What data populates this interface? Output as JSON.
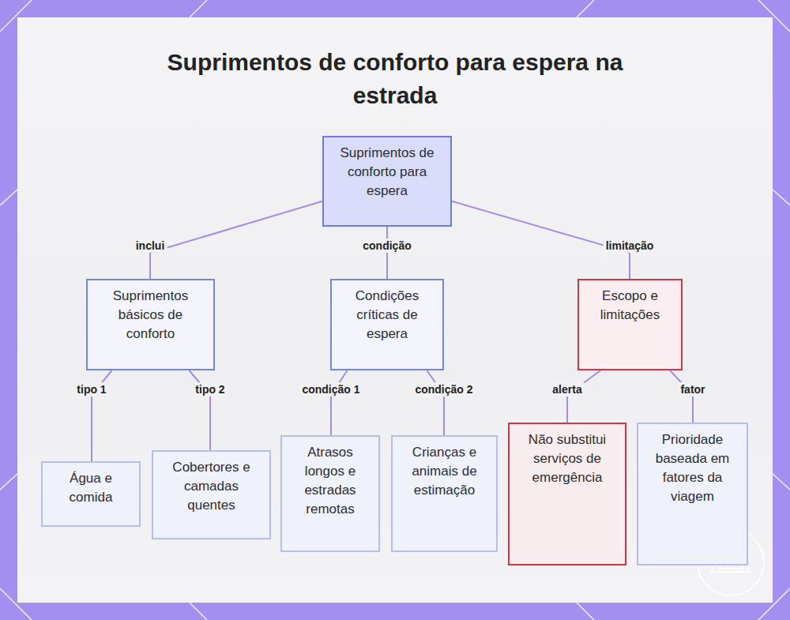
{
  "diagram": {
    "title": "Suprimentos de conforto para espera na estrada",
    "nodes": [
      {
        "text": [
          "Suprimentos de conforto para espera"
        ]
      },
      {
        "text": [
          "Suprimentos básicos de conforto"
        ]
      },
      {
        "text": [
          "Condições críticas de espera"
        ]
      },
      {
        "text": [
          "Escopo e limitações"
        ]
      },
      {
        "text": [
          "Água e comida"
        ]
      },
      {
        "text": [
          "Cobertores e camadas quentes"
        ]
      },
      {
        "text": [
          "Atrasos longos e estradas remotas"
        ]
      },
      {
        "text": [
          "Crianças e animais de estimação"
        ]
      },
      {
        "text": [
          "Não substitui serviços de emergência"
        ]
      },
      {
        "text": [
          "Prioridade baseada em fatores da viagem"
        ]
      }
    ],
    "edges": [
      {
        "from": 0,
        "to": 1,
        "label": "inclui",
        "arrow": "none"
      },
      {
        "from": 0,
        "to": 2,
        "label": "condição",
        "arrow": "none"
      },
      {
        "from": 0,
        "to": 3,
        "label": "limitação",
        "arrow": "none"
      },
      {
        "from": 1,
        "to": 4,
        "label": "tipo 1",
        "arrow": "none"
      },
      {
        "from": 1,
        "to": 5,
        "label": "tipo 2",
        "arrow": "none"
      },
      {
        "from": 2,
        "to": 6,
        "label": "condição 1",
        "arrow": "none"
      },
      {
        "from": 2,
        "to": 7,
        "label": "condição 2",
        "arrow": "none"
      },
      {
        "from": 3,
        "to": 8,
        "label": "alerta",
        "arrow": "none"
      },
      {
        "from": 3,
        "to": 9,
        "label": "fator",
        "arrow": "none"
      }
    ]
  }
}
